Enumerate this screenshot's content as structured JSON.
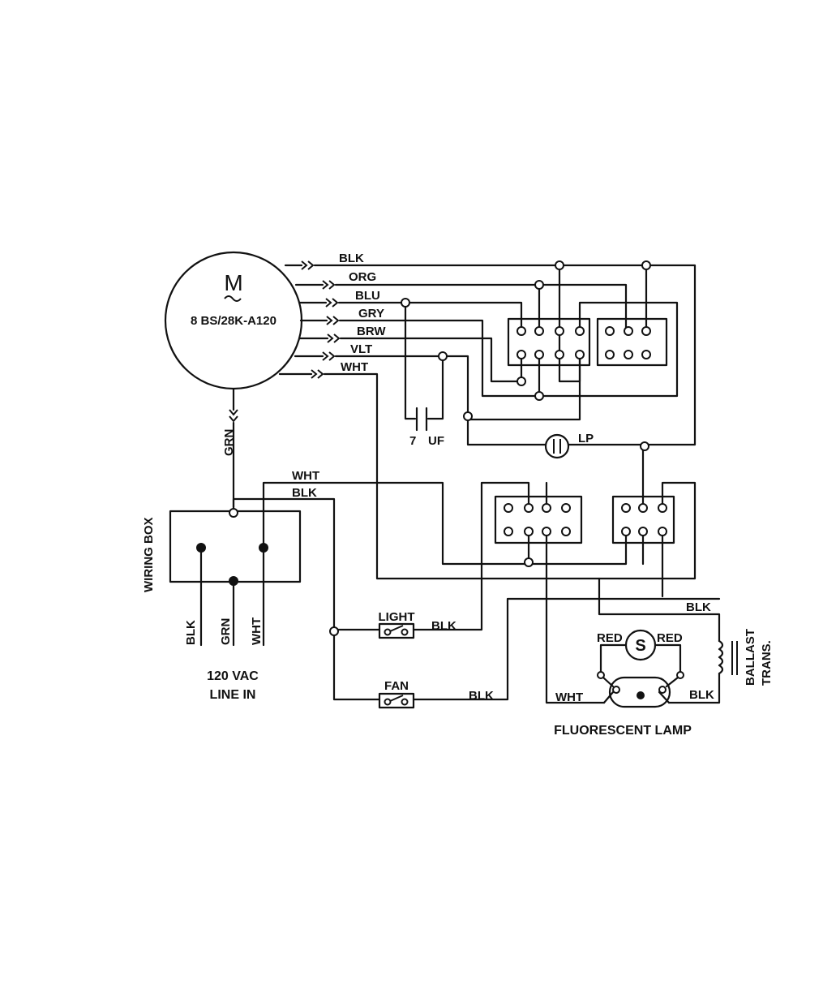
{
  "motor": {
    "symbol": "M",
    "model": "8 BS/28K-A120"
  },
  "motor_leads": [
    "BLK",
    "ORG",
    "BLU",
    "GRY",
    "BRW",
    "VLT",
    "WHT"
  ],
  "ground_lead": "GRN",
  "capacitor": {
    "value": "7",
    "unit": "UF"
  },
  "lamp_indicator": "LP",
  "wiring_box": {
    "title": "WIRING BOX",
    "in_wire_top_1": "WHT",
    "in_wire_top_2": "BLK",
    "line_wires": [
      "BLK",
      "GRN",
      "WHT"
    ],
    "supply_line1": "120 VAC",
    "supply_line2": "LINE IN"
  },
  "switches": {
    "light_label": "LIGHT",
    "light_wire": "BLK",
    "fan_label": "FAN",
    "fan_wire": "BLK"
  },
  "lamp_circuit": {
    "starter": "S",
    "red_left": "RED",
    "red_right": "RED",
    "wht": "WHT",
    "blk_right": "BLK",
    "ballast_wire": "BLK",
    "ballast_line1": "BALLAST",
    "ballast_line2": "TRANS.",
    "lamp_title": "FLUORESCENT LAMP"
  },
  "colors": {
    "ink": "#111111",
    "paper": "#ffffff"
  }
}
